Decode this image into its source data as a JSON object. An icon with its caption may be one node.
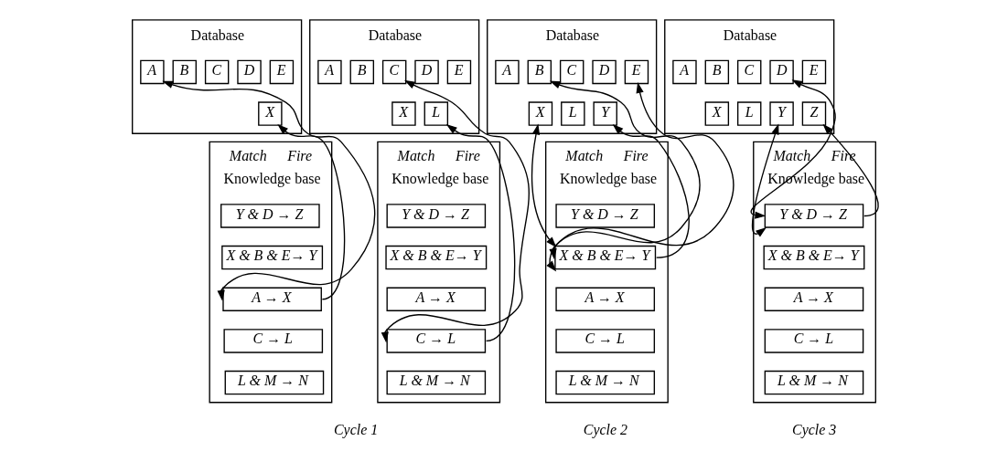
{
  "diagram": {
    "nodes": [
      {
        "text": [
          "Database"
        ]
      },
      {
        "text": [
          "A"
        ],
        "in": 0
      },
      {
        "text": [
          "B"
        ],
        "in": 0
      },
      {
        "text": [
          "C"
        ],
        "in": 0
      },
      {
        "text": [
          "D"
        ],
        "in": 0
      },
      {
        "text": [
          "E"
        ],
        "in": 0
      },
      {
        "text": [
          "X"
        ],
        "in": 0
      },
      {
        "text": [
          "Knowledge base"
        ],
        "beside": [
          "Match",
          "Fire"
        ]
      },
      {
        "text": [
          "Y & D → Z"
        ],
        "in": 7
      },
      {
        "text": [
          "X & B & E→ Y"
        ],
        "in": 7
      },
      {
        "text": [
          "A → X"
        ],
        "in": 7
      },
      {
        "text": [
          "C → L"
        ],
        "in": 7
      },
      {
        "text": [
          "L & M → N"
        ],
        "in": 7
      },
      {
        "text": [
          "Database"
        ]
      },
      {
        "text": [
          "A"
        ],
        "in": 13
      },
      {
        "text": [
          "B"
        ],
        "in": 13
      },
      {
        "text": [
          "C"
        ],
        "in": 13
      },
      {
        "text": [
          "D"
        ],
        "in": 13
      },
      {
        "text": [
          "E"
        ],
        "in": 13
      },
      {
        "text": [
          "X"
        ],
        "in": 13
      },
      {
        "text": [
          "L"
        ],
        "in": 13
      },
      {
        "text": [
          "Knowledge base"
        ],
        "beside": [
          "Match",
          "Fire"
        ]
      },
      {
        "text": [
          "Y & D → Z"
        ],
        "in": 21
      },
      {
        "text": [
          "X & B & E→ Y"
        ],
        "in": 21
      },
      {
        "text": [
          "A → X"
        ],
        "in": 21
      },
      {
        "text": [
          "C → L"
        ],
        "in": 21
      },
      {
        "text": [
          "L & M → N"
        ],
        "in": 21
      },
      {
        "text": [
          "Database"
        ]
      },
      {
        "text": [
          "A"
        ],
        "in": 27
      },
      {
        "text": [
          "B"
        ],
        "in": 27
      },
      {
        "text": [
          "C"
        ],
        "in": 27
      },
      {
        "text": [
          "D"
        ],
        "in": 27
      },
      {
        "text": [
          "E"
        ],
        "in": 27
      },
      {
        "text": [
          "X"
        ],
        "in": 27
      },
      {
        "text": [
          "L"
        ],
        "in": 27
      },
      {
        "text": [
          "Y"
        ],
        "in": 27
      },
      {
        "text": [
          "Knowledge base"
        ],
        "beside": [
          "Match",
          "Fire"
        ]
      },
      {
        "text": [
          "Y & D → Z"
        ],
        "in": 36
      },
      {
        "text": [
          "X & B & E→ Y"
        ],
        "in": 36
      },
      {
        "text": [
          "A → X"
        ],
        "in": 36
      },
      {
        "text": [
          "C → L"
        ],
        "in": 36
      },
      {
        "text": [
          "L & M → N"
        ],
        "in": 36
      },
      {
        "text": [
          "Database"
        ]
      },
      {
        "text": [
          "A"
        ],
        "in": 42
      },
      {
        "text": [
          "B"
        ],
        "in": 42
      },
      {
        "text": [
          "C"
        ],
        "in": 42
      },
      {
        "text": [
          "D"
        ],
        "in": 42
      },
      {
        "text": [
          "E"
        ],
        "in": 42
      },
      {
        "text": [
          "X"
        ],
        "in": 42
      },
      {
        "text": [
          "L"
        ],
        "in": 42
      },
      {
        "text": [
          "Y"
        ],
        "in": 42
      },
      {
        "text": [
          "Z"
        ],
        "in": 42
      },
      {
        "text": [
          "Knowledge base"
        ],
        "beside": [
          "Match",
          "Fire"
        ]
      },
      {
        "text": [
          "Y & D → Z"
        ],
        "in": 52
      },
      {
        "text": [
          "X & B & E→ Y"
        ],
        "in": 52
      },
      {
        "text": [
          "A → X"
        ],
        "in": 52
      },
      {
        "text": [
          "C → L"
        ],
        "in": 52
      },
      {
        "text": [
          "L & M → N"
        ],
        "in": 52
      }
    ],
    "edges": [
      {
        "from": 1,
        "to": 10,
        "arrow": "both"
      },
      {
        "from": 10,
        "to": 6,
        "arrow": "to"
      },
      {
        "from": 16,
        "to": 25,
        "arrow": "both"
      },
      {
        "from": 25,
        "to": 20,
        "arrow": "to"
      },
      {
        "from": 29,
        "to": 38,
        "arrow": "both"
      },
      {
        "from": 32,
        "to": 38,
        "arrow": "both"
      },
      {
        "from": 33,
        "to": 38,
        "arrow": "both"
      },
      {
        "from": 38,
        "to": 35,
        "arrow": "to"
      },
      {
        "from": 46,
        "to": 53,
        "arrow": "both"
      },
      {
        "from": 50,
        "to": 53,
        "arrow": "both"
      },
      {
        "from": 53,
        "to": 51,
        "arrow": "to"
      }
    ],
    "labels": [
      "Cycle 1",
      "Cycle 2",
      "Cycle 3"
    ]
  }
}
